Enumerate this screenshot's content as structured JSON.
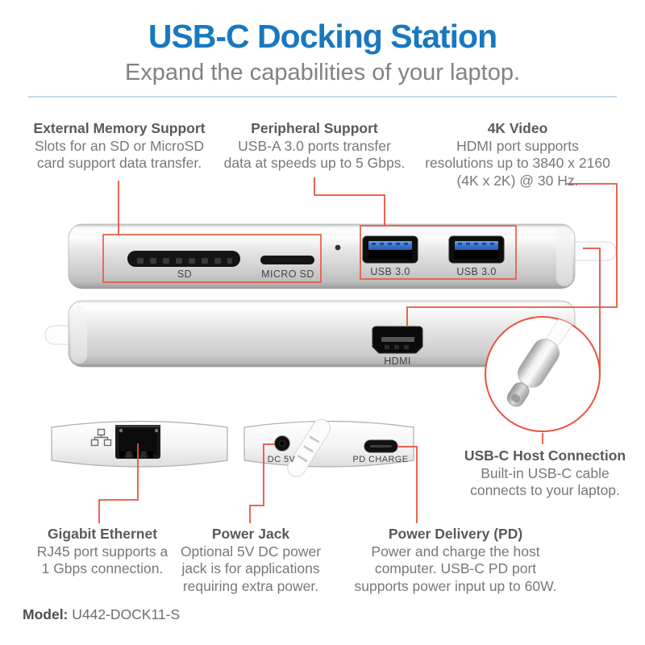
{
  "header": {
    "title": "USB-C Docking Station",
    "subtitle": "Expand the capabilities of your laptop."
  },
  "callouts": {
    "external_memory": {
      "title": "External Memory Support",
      "lines": [
        "Slots for an SD or MicroSD",
        "card support data transfer."
      ]
    },
    "peripheral": {
      "title": "Peripheral Support",
      "lines": [
        "USB-A 3.0 ports transfer",
        "data at speeds up to 5 Gbps."
      ]
    },
    "video_4k": {
      "title": "4K Video",
      "lines": [
        "HDMI port supports",
        "resolutions up to 3840 x 2160",
        "(4K x 2K) @ 30 Hz."
      ]
    },
    "usbc_host": {
      "title": "USB-C Host Connection",
      "lines": [
        "Built-in USB-C cable",
        "connects to your laptop."
      ]
    },
    "gigabit_ethernet": {
      "title": "Gigabit Ethernet",
      "lines": [
        "RJ45 port supports a",
        "1 Gbps connection."
      ]
    },
    "power_jack": {
      "title": "Power Jack",
      "lines": [
        "Optional 5V DC power",
        "jack is for applications",
        "requiring extra power."
      ]
    },
    "power_delivery": {
      "title": "Power Delivery (PD)",
      "lines": [
        "Power and charge the host",
        "computer. USB-C PD port",
        "supports power input up to 60W."
      ]
    }
  },
  "port_labels": {
    "sd": "SD",
    "micro_sd": "MICRO SD",
    "usb_left": "USB 3.0",
    "usb_right": "USB 3.0",
    "hdmi": "HDMI",
    "dc": "DC 5V",
    "pd": "PD CHARGE"
  },
  "model": {
    "label": "Model:",
    "value": "U442-DOCK11-S"
  },
  "colors": {
    "title_blue": "#1878c0",
    "callout_red": "#e9533c",
    "heading_gray": "#58595b",
    "body_gray": "#77787b",
    "usb_port_blue": "#3a76cc"
  }
}
